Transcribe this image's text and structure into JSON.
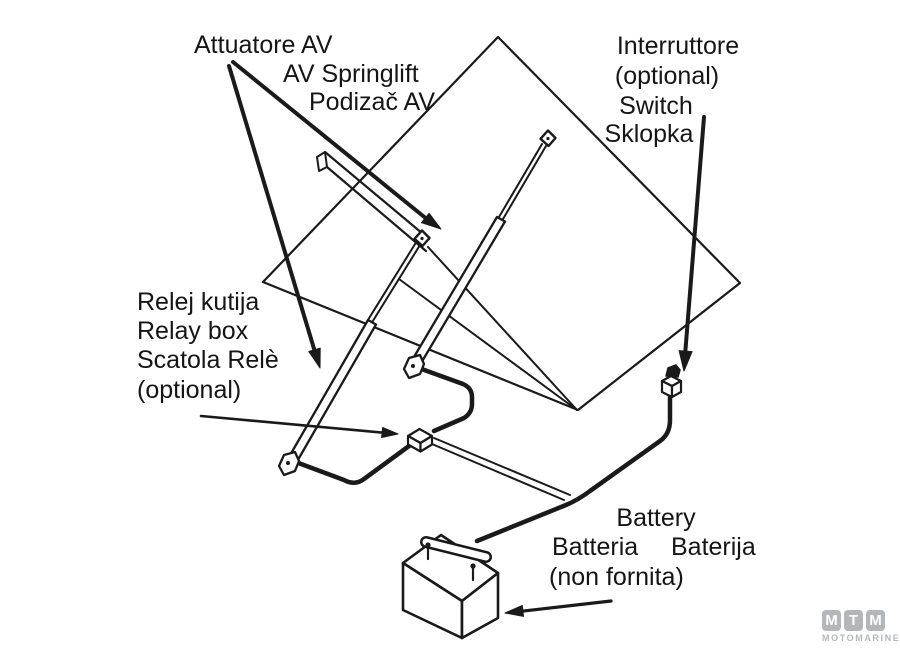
{
  "labels": {
    "actuator": {
      "lines": [
        "Attuatore AV",
        "AV Springlift",
        "Podizač AV"
      ]
    },
    "switch": {
      "lines": [
        "Interruttore",
        "(optional)",
        "Switch",
        "Sklopka"
      ]
    },
    "relay": {
      "lines": [
        "Relej kutija",
        "Relay box",
        "Scatola Relè",
        "(optional)"
      ]
    },
    "battery": {
      "line1": "Battery",
      "line2a": "Batteria",
      "line2b": "Baterija",
      "line3": "(non fornita)"
    }
  },
  "logo": {
    "letters": [
      "M",
      "T",
      "M"
    ],
    "subtext": "MOTOMARINE"
  },
  "colors": {
    "ink": "#1a1a1a",
    "background": "#ffffff",
    "logo_gray": "#b4b7ba"
  }
}
